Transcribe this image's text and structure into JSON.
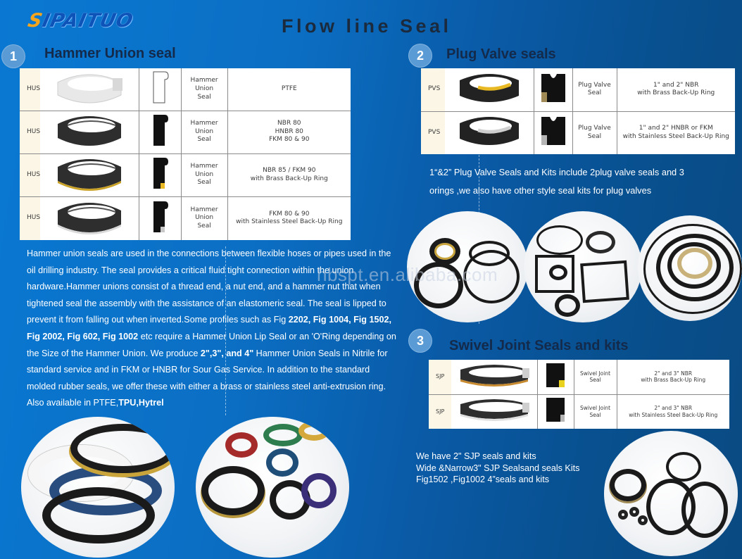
{
  "header": {
    "logo_first": "S",
    "logo_rest": "IPAITUO",
    "title": "Flow line Seal"
  },
  "colors": {
    "background_left": "#0a78d2",
    "background_right": "#0a4a82",
    "badge": "#5b9bd5",
    "section_title": "#142a4a",
    "logo_accent": "#f4a51c",
    "logo_main": "#0e54b8",
    "table_code_bg": "#fbf6e6"
  },
  "sections": [
    {
      "number": "1",
      "title": "Hammer Union seal",
      "rows": [
        {
          "code": "HUS",
          "name_line1": "Hammer Union",
          "name_line2": "Seal",
          "material": [
            "PTFE"
          ],
          "color": "white",
          "backup": "none"
        },
        {
          "code": "HUS",
          "name_line1": "Hammer Union",
          "name_line2": "Seal",
          "material": [
            "NBR 80",
            "HNBR 80",
            "FKM 80 & 90"
          ],
          "color": "black",
          "backup": "none"
        },
        {
          "code": "HUS",
          "name_line1": "Hammer Union",
          "name_line2": "Seal",
          "material": [
            "NBR 85 / FKM 90",
            "with Brass Back-Up Ring"
          ],
          "color": "black",
          "backup": "brass"
        },
        {
          "code": "HUS",
          "name_line1": "Hammer Union",
          "name_line2": "Seal",
          "material": [
            "FKM 80 & 90",
            "with Stainless Steel Back-Up Ring"
          ],
          "color": "black",
          "backup": "steel"
        }
      ],
      "description_parts": [
        {
          "text": "Hammer union seals are used in the connections between flexible hoses or pipes used in the oil drilling industry. The seal provides a critical fluid tight connection within the union hardware.Hammer unions consist of a thread end, a nut end, and a hammer nut that when tightened seal the assembly with the assistance of an elastomeric seal. The seal is lipped to prevent it from falling out when inverted.Some profiles such as Fig ",
          "bold": false
        },
        {
          "text": "2202, Fig 1004, Fig 1502, Fig 2002, Fig 602, Fig 1002",
          "bold": true
        },
        {
          "text": " etc require a Hammer Union Lip Seal or an 'O'Ring depending on the Size of the Hammer Union. We produce  ",
          "bold": false
        },
        {
          "text": "2\",3\", and 4\"",
          "bold": true
        },
        {
          "text": " Hammer Union Seals in Nitrile for standard service and in  FKM or HNBR for Sour Gas Service. In addition to the standard molded rubber seals, we offer these with either a brass or stainless steel anti-extrusion ring. Also available in PTFE,",
          "bold": false
        },
        {
          "text": "TPU,Hytrel",
          "bold": true
        }
      ]
    },
    {
      "number": "2",
      "title": "Plug Valve seals",
      "rows": [
        {
          "code": "PVS",
          "name_line1": "Plug Valve",
          "name_line2": "Seal",
          "material": [
            "1\" and 2\" NBR",
            "with Brass Back-Up Ring"
          ],
          "backup": "brass"
        },
        {
          "code": "PVS",
          "name_line1": "Plug Valve",
          "name_line2": "Seal",
          "material": [
            "1\" and 2\" HNBR or FKM",
            "with Stainless Steel Back-Up Ring"
          ],
          "backup": "steel"
        }
      ],
      "description_line1": "1“&2” Plug Valve Seals and Kits include  2plug valve seals and 3",
      "description_line2": "orings ,we also have other style seal kits for plug valves"
    },
    {
      "number": "3",
      "title": "Swivel Joint Seals and kits",
      "rows": [
        {
          "code": "SJP",
          "name_line1": "Swivel Joint",
          "name_line2": "Seal",
          "material": [
            "2\" and 3\" NBR",
            "with Brass Back-Up Ring"
          ],
          "backup": "brass"
        },
        {
          "code": "SJP",
          "name_line1": "Swivel Joint",
          "name_line2": "Seal",
          "material": [
            "2\" and 3\" NBR",
            "with Stainless Steel Back-Up Ring"
          ],
          "backup": "steel"
        }
      ],
      "description_lines": [
        "We have 2\" SJP seals and kits",
        "Wide &Narrow3\" SJP Sealsand seals Kits",
        "Fig1502 ,Fig1002 4”seals and kits"
      ]
    }
  ],
  "photos": [
    {
      "id": "hammer-union-stack",
      "subject": "stacked hammer union seals (white, black, blue, brass)"
    },
    {
      "id": "hammer-union-colored",
      "subject": "colored hammer union seals (red, green, yellow, blue, purple, black)"
    },
    {
      "id": "plug-valve-kit-1",
      "subject": "plug valve seal kit with brass ring and o-rings"
    },
    {
      "id": "plug-valve-kit-2",
      "subject": "square gaskets and o-rings kit"
    },
    {
      "id": "plug-valve-kit-3",
      "subject": "nested o-rings with brass seal"
    },
    {
      "id": "swivel-joint-kit",
      "subject": "swivel joint seal kit with o-rings and plugs"
    }
  ],
  "watermark": "hbspt.en.alibaba.com"
}
